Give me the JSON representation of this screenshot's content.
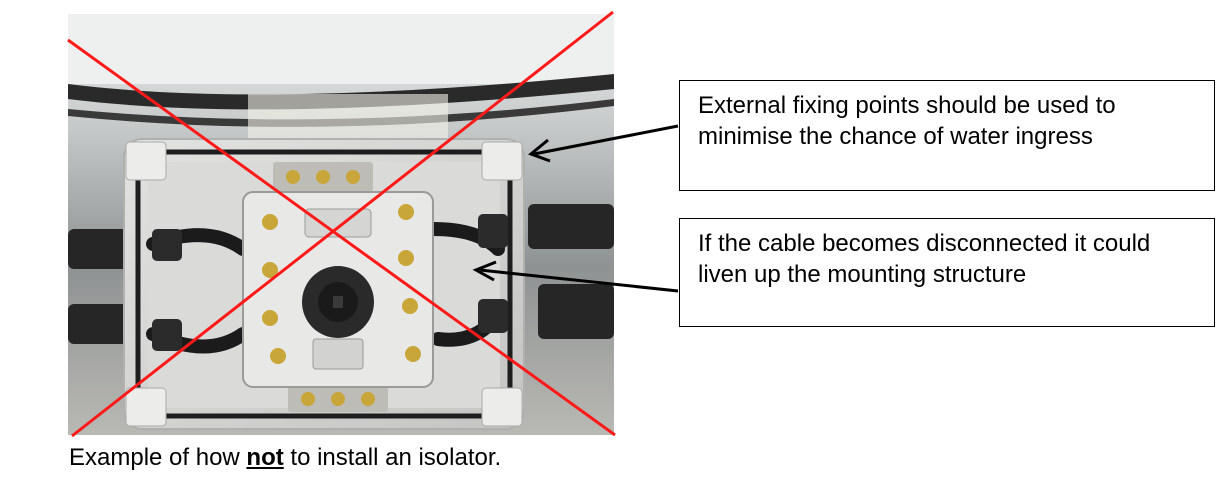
{
  "callouts": [
    {
      "text": "External fixing points should be used to minimise the chance of water ingress"
    },
    {
      "text": "If the cable becomes disconnected it could liven up the mounting structure"
    }
  ],
  "caption": {
    "before": "Example of how ",
    "emphasis": "not",
    "after": " to install an isolator."
  },
  "colors": {
    "cross": "#ff1a1a",
    "enclosure": "#d6d6d4",
    "gasket": "#1e1e1e",
    "background_panel": "#e4e6e6"
  },
  "icons": {
    "photo": "isolator-enclosure-photo",
    "cross": "red-x-cross-mark",
    "arrow": "arrow-left-icon"
  }
}
